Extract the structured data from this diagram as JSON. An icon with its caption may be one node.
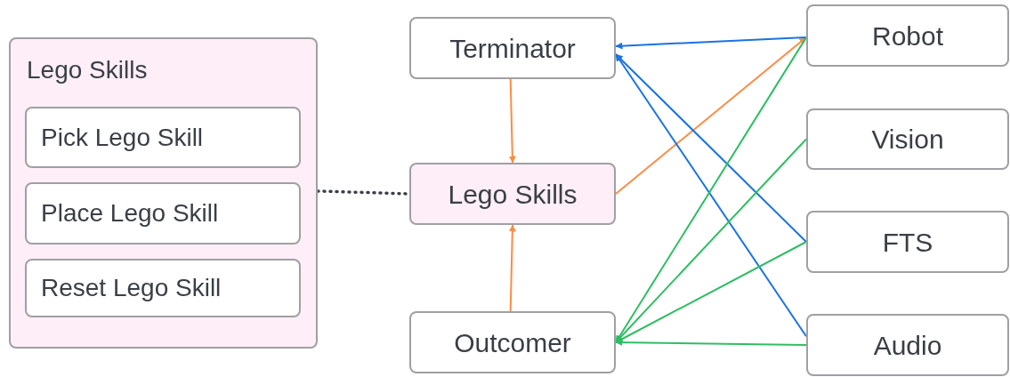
{
  "diagram": {
    "nodes": [
      {
        "text": [
          "Lego Skills"
        ]
      },
      {
        "text": [
          "Pick Lego Skill"
        ],
        "in": 0
      },
      {
        "text": [
          "Place Lego Skill"
        ],
        "in": 0
      },
      {
        "text": [
          "Reset Lego Skill"
        ],
        "in": 0
      },
      {
        "text": [
          "Terminator"
        ]
      },
      {
        "text": [
          "Lego Skills"
        ]
      },
      {
        "text": [
          "Outcomer"
        ]
      },
      {
        "text": [
          "Robot"
        ]
      },
      {
        "text": [
          "Vision"
        ]
      },
      {
        "text": [
          "FTS"
        ]
      },
      {
        "text": [
          "Audio"
        ]
      }
    ],
    "edges": [
      {
        "from": 0,
        "to": 5,
        "arrow": "none",
        "style": "dashed",
        "color": "#3a3f46"
      },
      {
        "from": 4,
        "to": 5,
        "arrow": "to",
        "color": "#fb8c44"
      },
      {
        "from": 6,
        "to": 5,
        "arrow": "to",
        "color": "#fb8c44"
      },
      {
        "from": 5,
        "to": 7,
        "arrow": "to",
        "color": "#fb8c44"
      },
      {
        "from": 7,
        "to": 4,
        "arrow": "to",
        "color": "#1a73e0"
      },
      {
        "from": 9,
        "to": 4,
        "arrow": "to",
        "color": "#1a73e0"
      },
      {
        "from": 10,
        "to": 4,
        "arrow": "to",
        "color": "#1a73e0"
      },
      {
        "from": 7,
        "to": 6,
        "arrow": "to",
        "color": "#2fbd64"
      },
      {
        "from": 8,
        "to": 6,
        "arrow": "to",
        "color": "#2fbd64"
      },
      {
        "from": 9,
        "to": 6,
        "arrow": "to",
        "color": "#2fbd64"
      },
      {
        "from": 10,
        "to": 6,
        "arrow": "to",
        "color": "#2fbd64"
      }
    ]
  }
}
